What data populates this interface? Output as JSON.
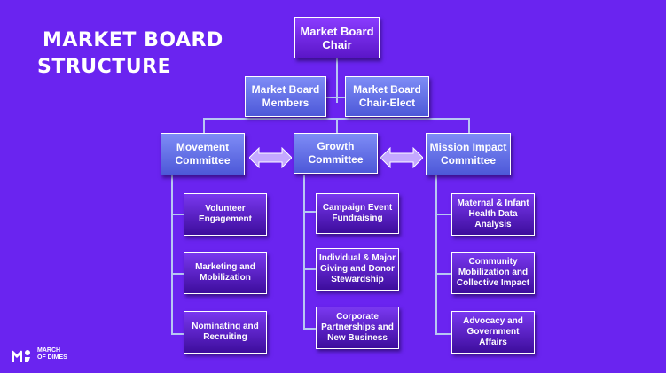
{
  "title": {
    "line1": "MARKET BOARD",
    "line2": "STRUCTURE"
  },
  "nodes": {
    "chair": "Market Board Chair",
    "members": "Market Board Members",
    "chair_elect": "Market Board Chair-Elect",
    "movement": "Movement Committee",
    "growth": "Growth Committee",
    "mission": "Mission Impact Committee",
    "volunteer": "Volunteer Engagement",
    "marketing": "Marketing and Mobilization",
    "nominating": "Nominating and Recruiting",
    "campaign": "Campaign Event Fundraising",
    "individual": "Individual & Major Giving and Donor Stewardship",
    "corporate": "Corporate Partnerships and New Business",
    "maternal": "Maternal & Infant Health Data Analysis",
    "community": "Community Mobilization and Collective Impact",
    "advocacy": "Advocacy and Government Affairs"
  },
  "logo": {
    "line1": "MARCH",
    "line2": "OF DIMES"
  },
  "colors": {
    "background": "#6a24f0",
    "level1": "#7a30f0",
    "level2": "#6470e8",
    "level3": "#5a20c8",
    "connector": "#b7c6f3",
    "arrow": "#c4a8ff"
  }
}
